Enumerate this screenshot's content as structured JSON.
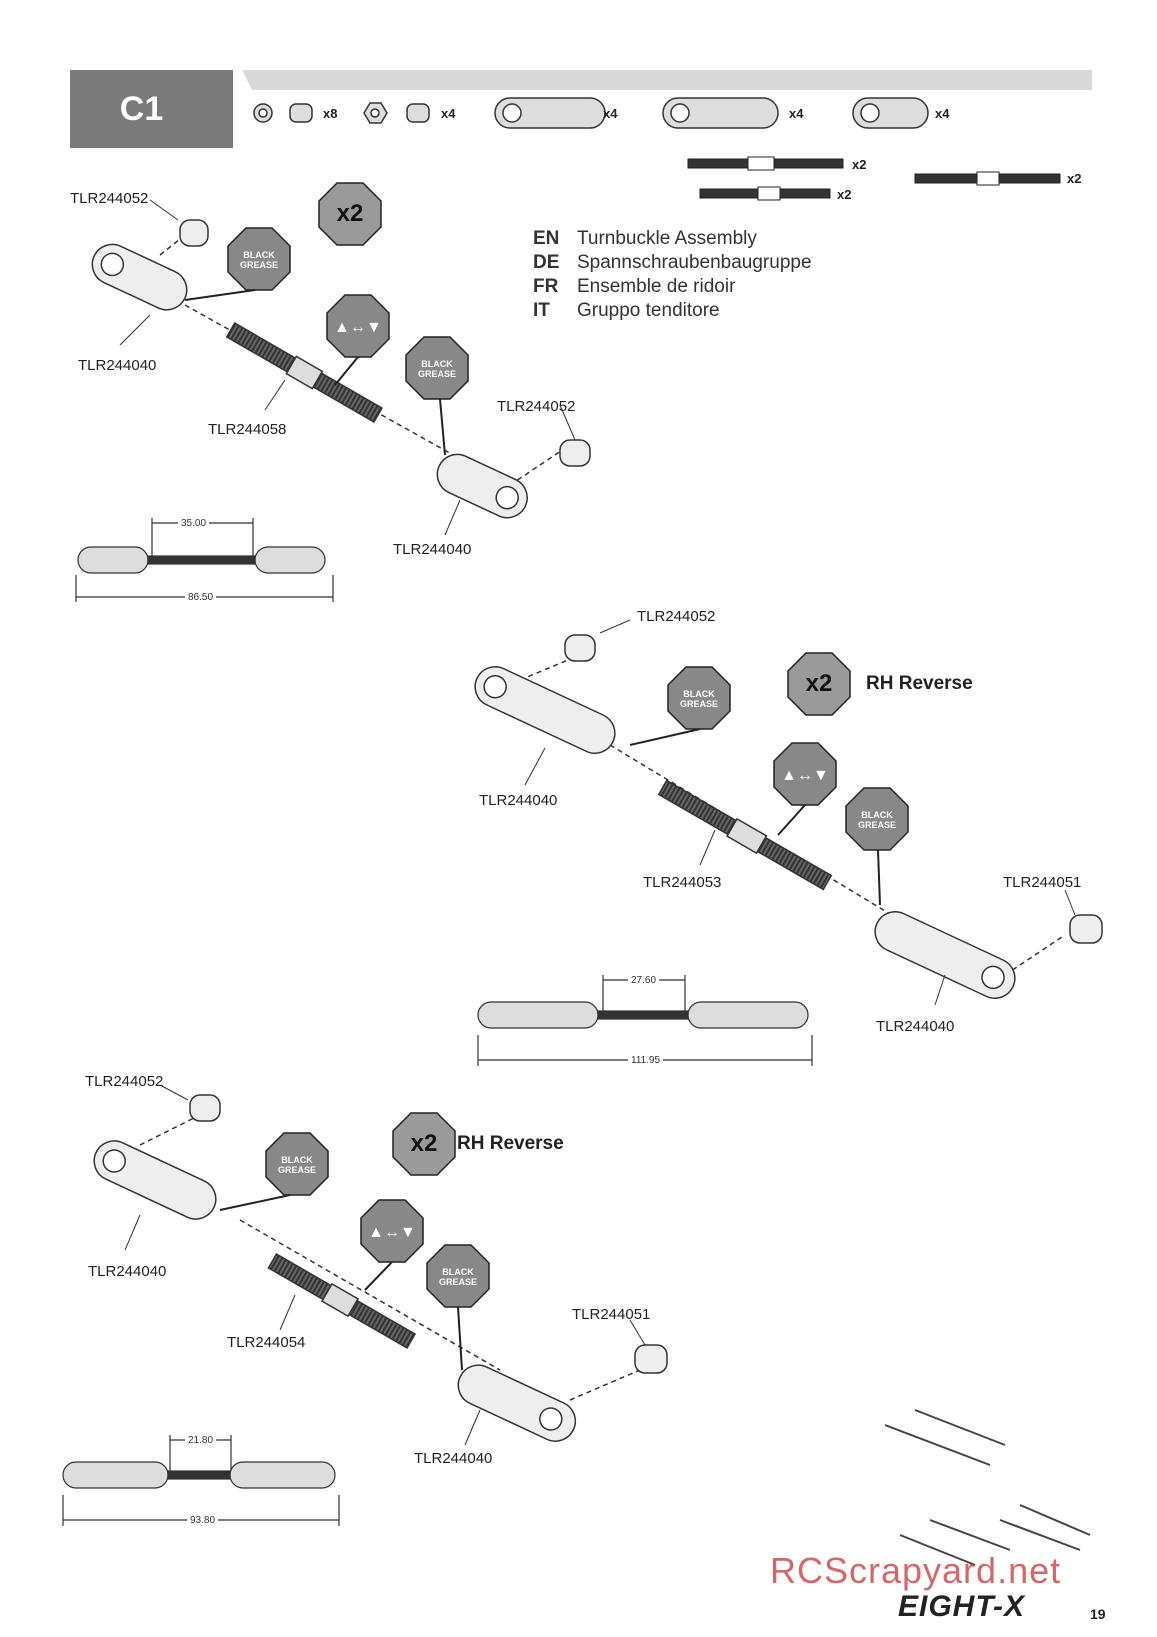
{
  "step": {
    "label": "C1"
  },
  "kit": [
    {
      "qty": "x8"
    },
    {
      "qty": "x4"
    },
    {
      "qty": "x4"
    },
    {
      "qty": "x4"
    },
    {
      "qty": "x4"
    },
    {
      "qty": "x2"
    },
    {
      "qty": "x2"
    },
    {
      "qty": "x2"
    }
  ],
  "title": [
    {
      "code": "EN",
      "text": "Turnbuckle Assembly"
    },
    {
      "code": "DE",
      "text": "Spannschraubenbaugruppe"
    },
    {
      "code": "FR",
      "text": "Ensemble de ridoir"
    },
    {
      "code": "IT",
      "text": "Gruppo tenditore"
    }
  ],
  "grease": {
    "line1": "BLACK",
    "line2": "GREASE"
  },
  "qty_badge": "x2",
  "rh_reverse": "RH Reverse",
  "assembly1": {
    "parts": [
      "TLR244052",
      "TLR244040",
      "TLR244058",
      "TLR244052",
      "TLR244040"
    ],
    "inner": "35.00",
    "overall": "86.50"
  },
  "assembly2": {
    "parts": [
      "TLR244052",
      "TLR244040",
      "TLR244053",
      "TLR244051",
      "TLR244040"
    ],
    "inner": "27.60",
    "overall": "111.95"
  },
  "assembly3": {
    "parts": [
      "TLR244052",
      "TLR244040",
      "TLR244054",
      "TLR244051",
      "TLR244040"
    ],
    "inner": "21.80",
    "overall": "93.80"
  },
  "watermark": "RCScrapyard.net",
  "brand": "EIGHT-X",
  "page_number": "19"
}
